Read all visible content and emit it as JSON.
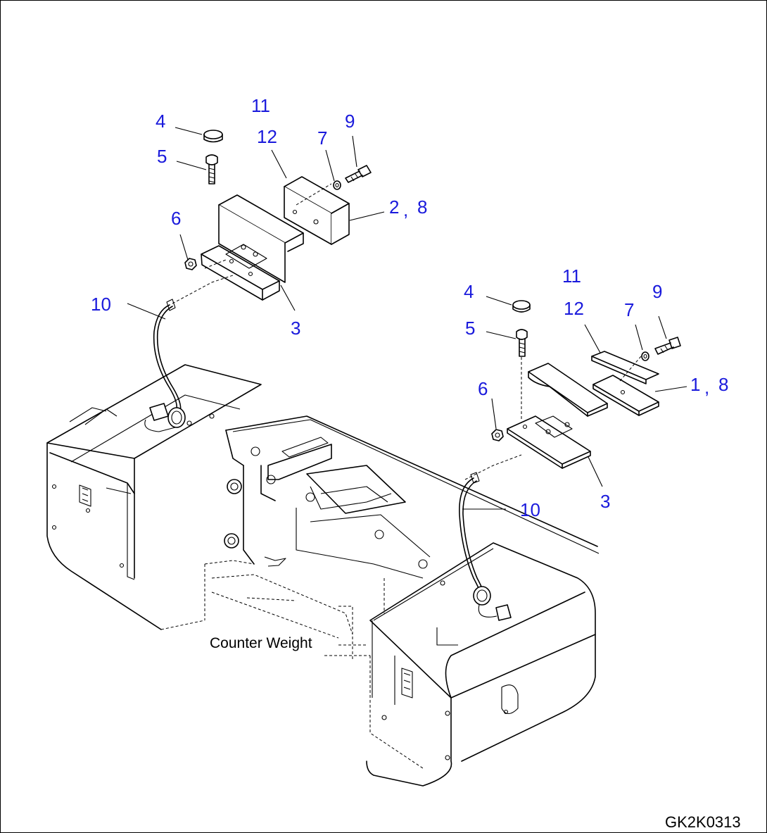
{
  "diagram": {
    "drawing_number": "GK2K0313",
    "component_caption": "Counter Weight",
    "callouts": {
      "left": {
        "n4": "4",
        "n5": "5",
        "n6": "6",
        "n7": "7",
        "n9": "9",
        "n10": "10",
        "n11": "11",
        "n12": "12",
        "n3": "3",
        "n2_8": "2",
        "n8": "8",
        "comma": ","
      },
      "right": {
        "n4": "4",
        "n5": "5",
        "n6": "6",
        "n7": "7",
        "n9": "9",
        "n10": "10",
        "n11": "11",
        "n12": "12",
        "n3": "3",
        "n1_8": "1",
        "n8": "8",
        "comma": ","
      }
    },
    "callout_color": "#1a1adc"
  }
}
